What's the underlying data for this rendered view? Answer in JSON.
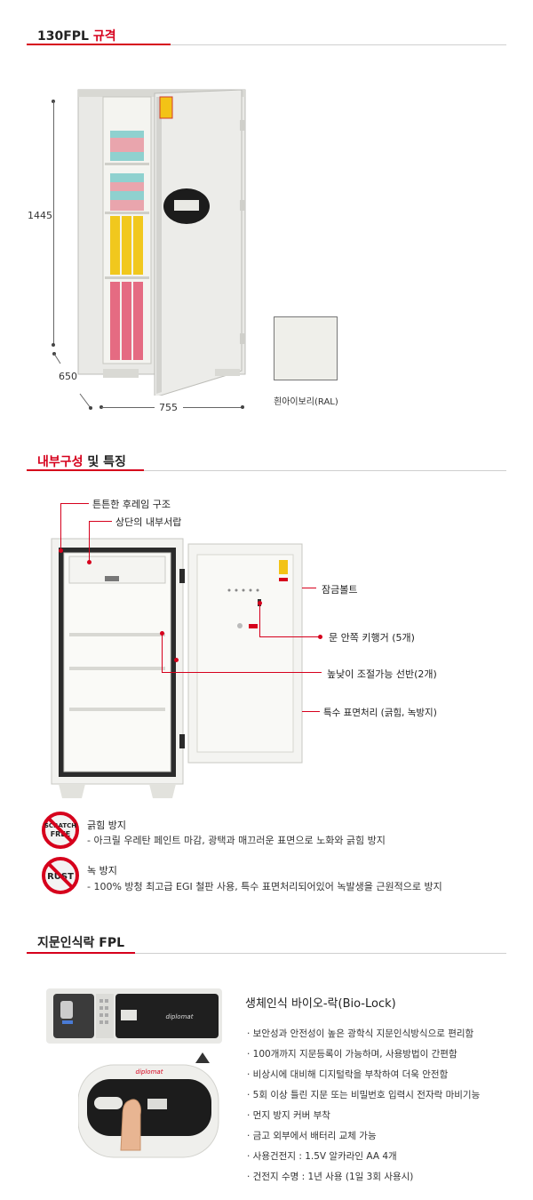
{
  "section1": {
    "title_model": "130FPL",
    "title_accent": "규격",
    "dim_height": "1445",
    "dim_depth": "650",
    "dim_width": "755",
    "color_name": "흰아이보리(RAL)",
    "swatch_color": "#efefea"
  },
  "section2": {
    "title_accent": "내부구성",
    "title_rest": "및 특징",
    "callouts": [
      "튼튼한 후레임 구조",
      "상단의 내부서랍",
      "잠금볼트",
      "문 안쪽 키행거 (5개)",
      "높낮이 조절가능 선반(2개)",
      "특수 표면처리 (긁힘, 녹방지)"
    ],
    "features": [
      {
        "badge": "SCRATCH FREE",
        "title": "긁힘 방지",
        "desc": "- 아크릴 우레탄 페인트 마감, 광택과 매끄러운 표면으로 노화와 긁힘 방지"
      },
      {
        "badge": "RUST",
        "title": "녹 방지",
        "desc": "- 100% 방청 최고급 EGI 철판 사용, 특수 표면처리되어있어 녹발생을 근원적으로 방지"
      }
    ]
  },
  "section3": {
    "title": "지문인식락 FPL",
    "product_title": "생체인식 바이오-락(Bio-Lock)",
    "brand": "diplomat",
    "items": [
      "· 보안성과 안전성이 높은 광학식 지문인식방식으로 편리함",
      "· 100개까지 지문등록이 가능하며, 사용방법이 간편함",
      "· 비상시에 대비해 디지털락을 부착하여 더욱 안전함",
      "· 5회 이상 틀린 지문 또는 비밀번호 입력시 전자락 마비기능",
      "· 먼지 방지 커버 부착",
      "· 금고 외부에서 배터리 교체 가능",
      "· 사용건전지 : 1.5V 알카라인 AA 4개",
      "· 건전지 수명 : 1년 사용 (1일 3회 사용시)"
    ]
  }
}
